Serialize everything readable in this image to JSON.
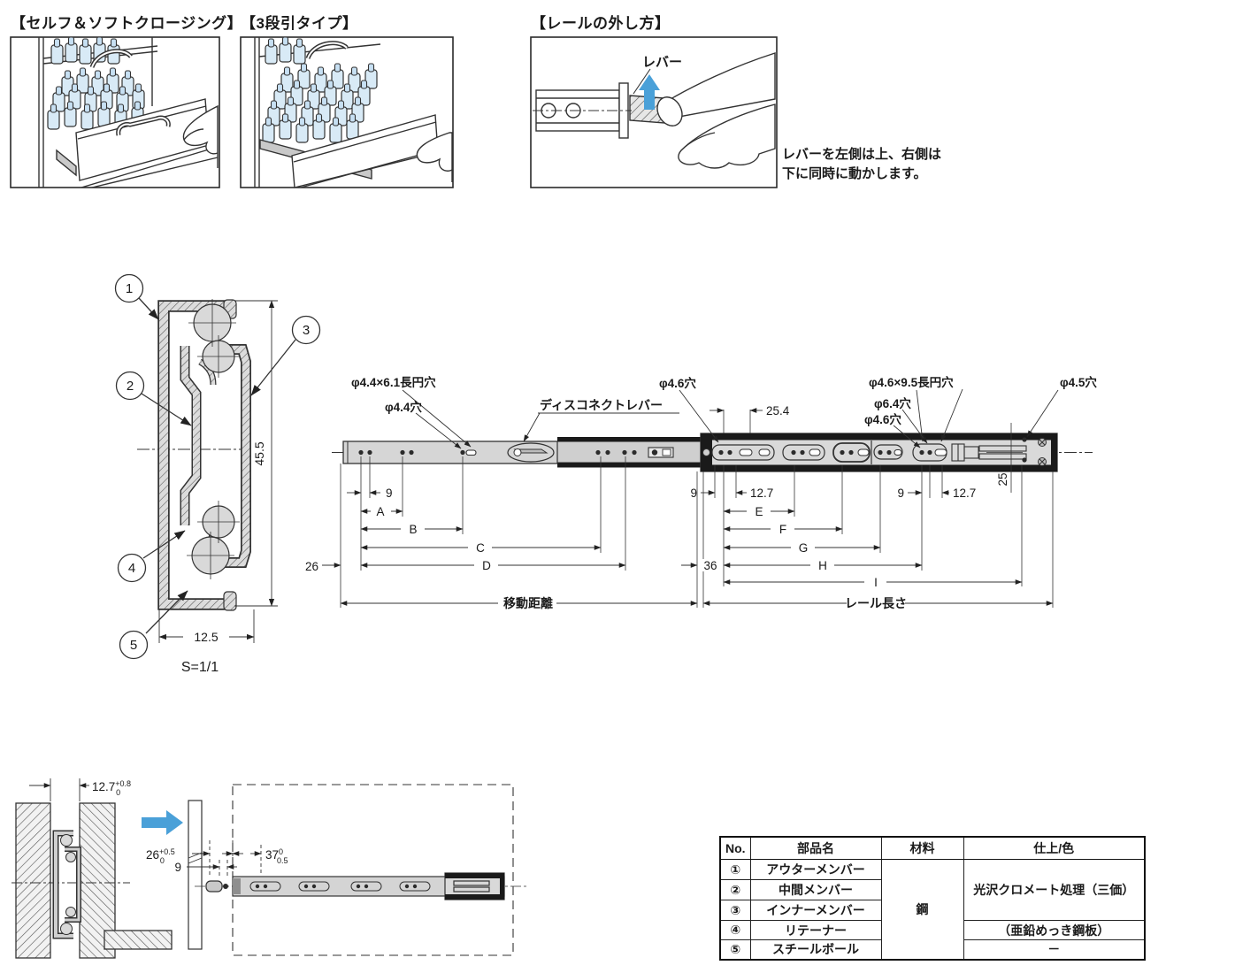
{
  "colors": {
    "line": "#333333",
    "accent_blue": "#4aa0d8",
    "rail_gray": "#d6d6d6",
    "dark_band": "#1a1a1a",
    "bottle_blue": "#d8eaf6"
  },
  "top": {
    "panels": [
      {
        "caption": "【セルフ＆ソフトクロージング】"
      },
      {
        "caption": "【3段引タイプ】"
      },
      {
        "caption": "【レールの外し方】"
      }
    ],
    "lever_label": "レバー",
    "note1": "レバーを左側は上、右側は",
    "note2": "下に同時に動かします。"
  },
  "cross": {
    "callouts": [
      "1",
      "2",
      "3",
      "4",
      "5"
    ],
    "height": "45.5",
    "width": "12.5",
    "scale": "S=1/1"
  },
  "rail": {
    "slot_left": "φ4.4×6.1長円穴",
    "hole44": "φ4.4穴",
    "lever": "ディスコネクトレバー",
    "hole46a": "φ4.6穴",
    "d254": "25.4",
    "slot_right": "φ4.6×9.5長円穴",
    "hole64": "φ6.4穴",
    "hole46b": "φ4.6穴",
    "hole45": "φ4.5穴",
    "d9L": "9",
    "dA": "A",
    "dB": "B",
    "dC": "C",
    "dD": "D",
    "d26": "26",
    "travel": "移動距離",
    "d9M": "9",
    "d127a": "12.7",
    "dE": "E",
    "dF": "F",
    "dG": "G",
    "d36": "36",
    "dH": "H",
    "dI": "I",
    "rail_len": "レール長さ",
    "d25": "25",
    "d9R": "9",
    "d127b": "12.7"
  },
  "install": {
    "d127": {
      "value": "12.7",
      "sup": "+0.8",
      "sub": "0"
    },
    "d26": {
      "value": "26",
      "sup": "+0.5",
      "sub": "0"
    },
    "d9": "9",
    "d37": {
      "value": "37",
      "sup": "0",
      "sub": "0.5"
    }
  },
  "table": {
    "headers": [
      "No.",
      "部品名",
      "材料",
      "仕上/色"
    ],
    "rows": [
      {
        "no": "①",
        "name": "アウターメンバー"
      },
      {
        "no": "②",
        "name": "中間メンバー"
      },
      {
        "no": "③",
        "name": "インナーメンバー"
      },
      {
        "no": "④",
        "name": "リテーナー"
      },
      {
        "no": "⑤",
        "name": "スチールボール"
      }
    ],
    "material": "鋼",
    "finish13": "光沢クロメート処理（三価）",
    "finish4": "（亜鉛めっき鋼板）",
    "finish5": "－"
  }
}
